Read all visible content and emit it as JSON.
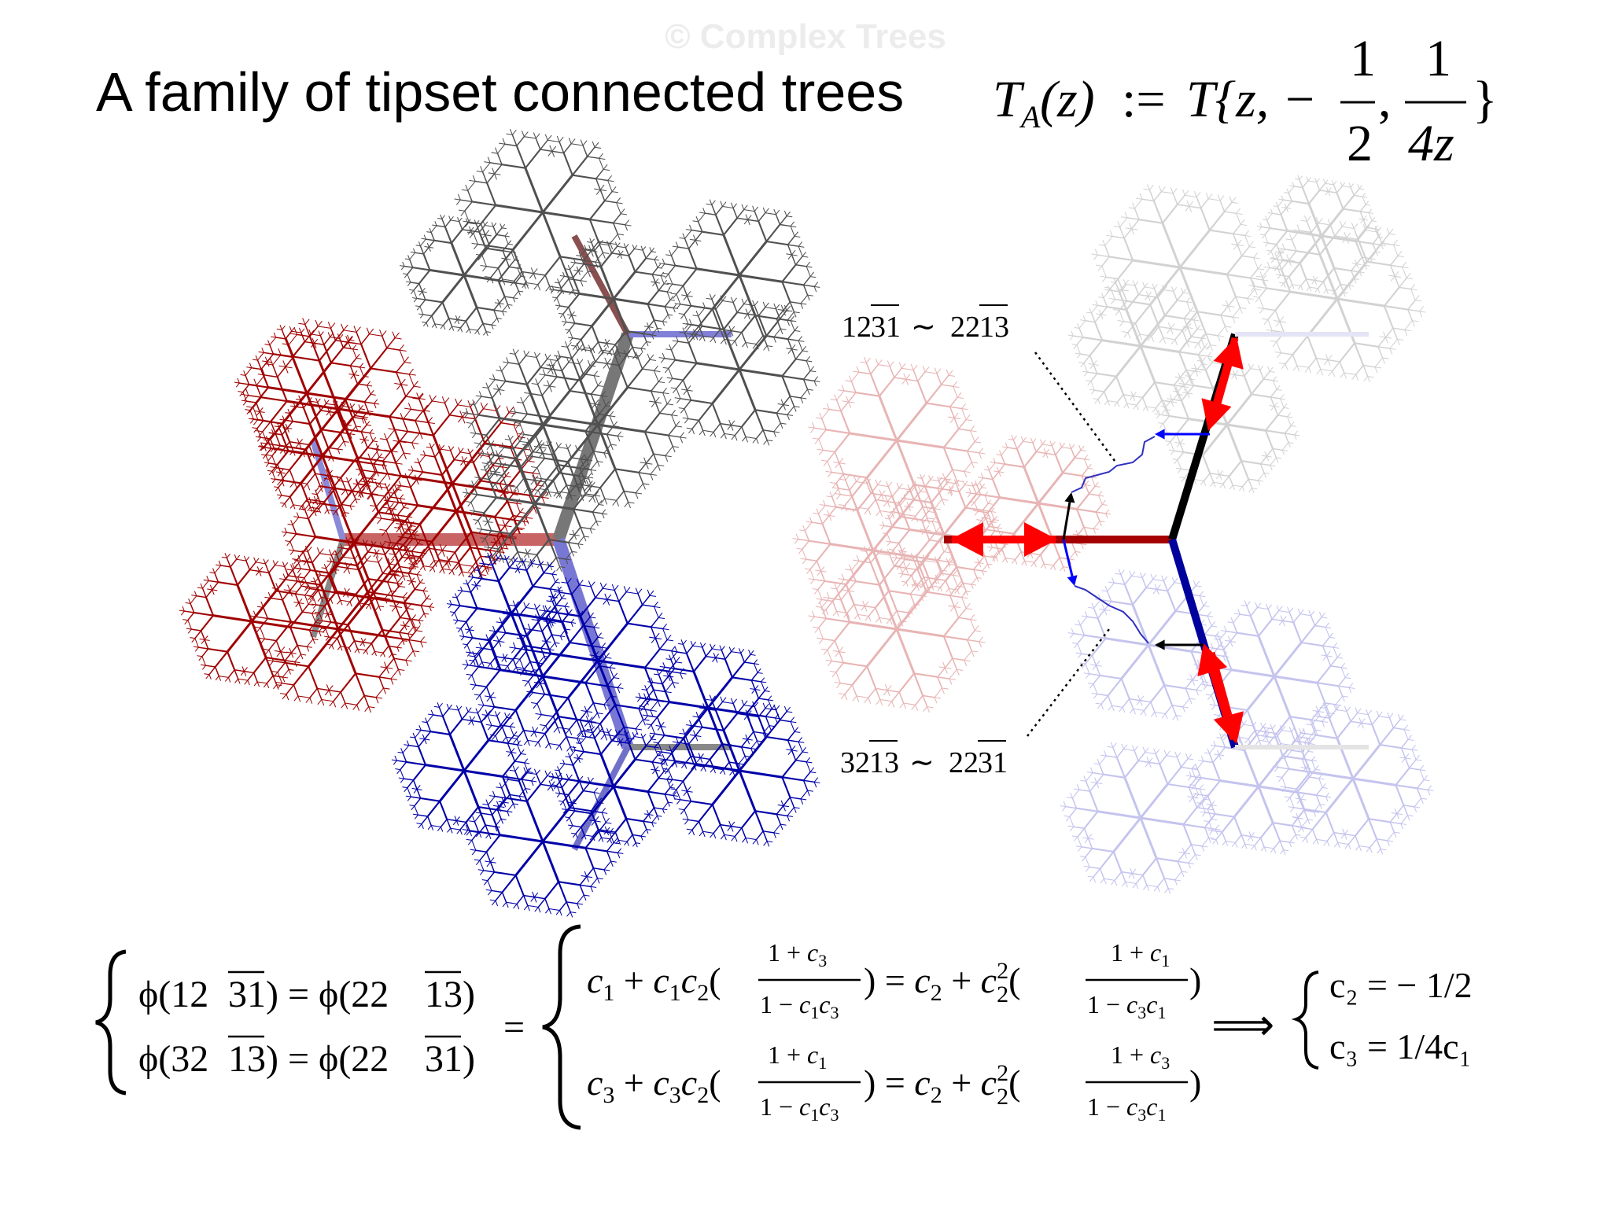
{
  "watermark": "© Complex Trees",
  "title": "A family of tipset connected trees",
  "title_formula": {
    "lhs": "T",
    "lhs_sub": "A",
    "lhs_arg": "(z)",
    "assign": ":=",
    "rhs_head": "T{z, −",
    "frac1_num": "1",
    "frac1_den": "2",
    "comma": ",",
    "frac2_num": "1",
    "frac2_den": "4z",
    "close": "}"
  },
  "labels": {
    "top": {
      "a": "12",
      "a_bar": "31",
      "sim": "∼",
      "b": "22",
      "b_bar": "13"
    },
    "bottom": {
      "a": "32",
      "a_bar": "13",
      "sim": "∼",
      "b": "22",
      "b_bar": "31"
    }
  },
  "equations": {
    "left": [
      {
        "a": "ϕ(12",
        "a_bar": "31",
        "mid": ") = ϕ(22",
        "b_bar": "13",
        "end": ")"
      },
      {
        "a": "ϕ(32",
        "a_bar": "13",
        "mid": ") = ϕ(22",
        "b_bar": "31",
        "end": ")"
      }
    ],
    "eq_sign": "=",
    "implies": "⟹",
    "result": [
      "c₂ = − 1/2",
      "c₃ = 1/4c₁"
    ]
  },
  "colors": {
    "red": "#a00000",
    "gray": "#505050",
    "blue": "#0000a8",
    "arrow_red": "#ff0000",
    "arrow_blue": "#0000ff",
    "faded_red": "#e8b4b4",
    "faded_gray": "#d2d2d2",
    "faded_blue": "#c4c4ee"
  },
  "icons": [
    "red-tree-branch",
    "gray-tree-branch",
    "blue-tree-branch",
    "red-arrow",
    "black-arrow",
    "blue-arrow"
  ]
}
